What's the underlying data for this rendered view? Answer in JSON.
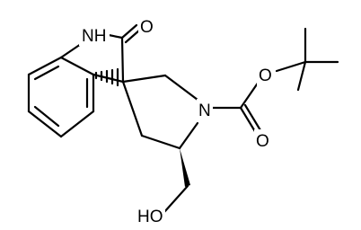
{
  "molecule": {
    "atom_labels": {
      "indole_nh": "NH",
      "carbonyl_oxygen": "O",
      "pyrrolidine_nitrogen": "N",
      "ester_oxygen": "O",
      "carbamate_carbonyl_oxygen": "O",
      "hydroxyl": "HO"
    }
  }
}
